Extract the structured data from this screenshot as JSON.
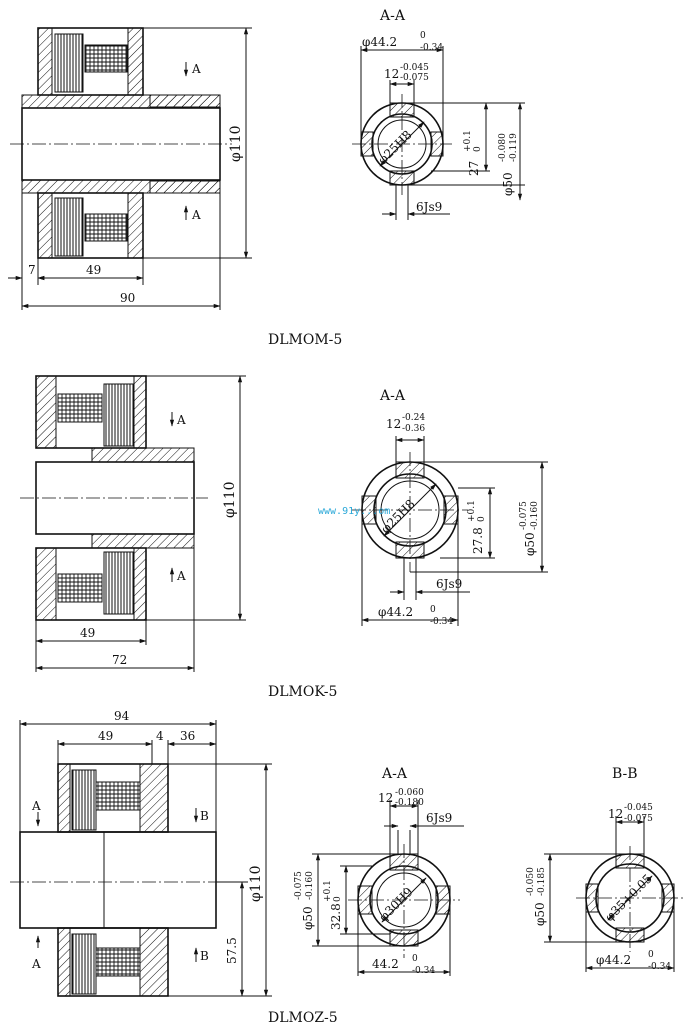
{
  "watermark": "www.91y...om",
  "drawings": [
    {
      "caption": "DLMOM-5",
      "section": {
        "title": "A-A",
        "outer_dia": {
          "prefix": "φ44.2",
          "up": "0",
          "low": "-0.34"
        },
        "key_width": {
          "prefix": "12",
          "up": "-0.045",
          "low": "-0.075"
        },
        "bore": "φ25H8",
        "depth": {
          "prefix": "27",
          "up": "+0.1",
          "low": "0"
        },
        "spline_dia": {
          "prefix": "φ50",
          "up": "-0.080",
          "low": "-0.119"
        },
        "keyway": "6Js9"
      },
      "dims": {
        "height": "φ110",
        "left": "7",
        "mid": "49",
        "total": "90"
      },
      "section_marks": [
        "A",
        "A"
      ]
    },
    {
      "caption": "DLMOK-5",
      "section": {
        "title": "A-A",
        "key_width": {
          "prefix": "12",
          "up": "-0.24",
          "low": "-0.36"
        },
        "bore": "φ25H8",
        "depth": {
          "prefix": "27.8",
          "up": "+0.1",
          "low": "0"
        },
        "spline_dia": {
          "prefix": "φ50",
          "up": "-0.075",
          "low": "-0.160"
        },
        "keyway": "6Js9",
        "outer_dia": {
          "prefix": "φ44.2",
          "up": "0",
          "low": "-0.34"
        }
      },
      "dims": {
        "height": "φ110",
        "mid": "49",
        "total": "72"
      },
      "section_marks": [
        "A",
        "A"
      ]
    },
    {
      "caption": "DLMOZ-5",
      "dims": {
        "total": "94",
        "mid": "49",
        "gap": "4",
        "right": "36",
        "height": "φ110",
        "half": "57.5"
      },
      "section_marks": [
        "A",
        "A",
        "B",
        "B"
      ],
      "section_a": {
        "title": "A-A",
        "key_width": {
          "prefix": "12",
          "up": "-0.060",
          "low": "-0.180"
        },
        "keyway": "6Js9",
        "spline_dia": {
          "prefix": "φ50",
          "up": "-0.075",
          "low": "-0.160"
        },
        "depth": {
          "prefix": "32.8",
          "up": "+0.1",
          "low": "0"
        },
        "bore": "φ30H9",
        "outer_dia": {
          "prefix": "44.2",
          "up": "0",
          "low": "-0.34"
        }
      },
      "section_b": {
        "title": "B-B",
        "key_width": {
          "prefix": "12",
          "up": "-0.045",
          "low": "-0.075"
        },
        "spline_dia": {
          "prefix": "φ50",
          "up": "-0.050",
          "low": "-0.185"
        },
        "bore": "φ35+0.05",
        "outer_dia": {
          "prefix": "φ44.2",
          "up": "0",
          "low": "-0.34"
        }
      }
    }
  ]
}
